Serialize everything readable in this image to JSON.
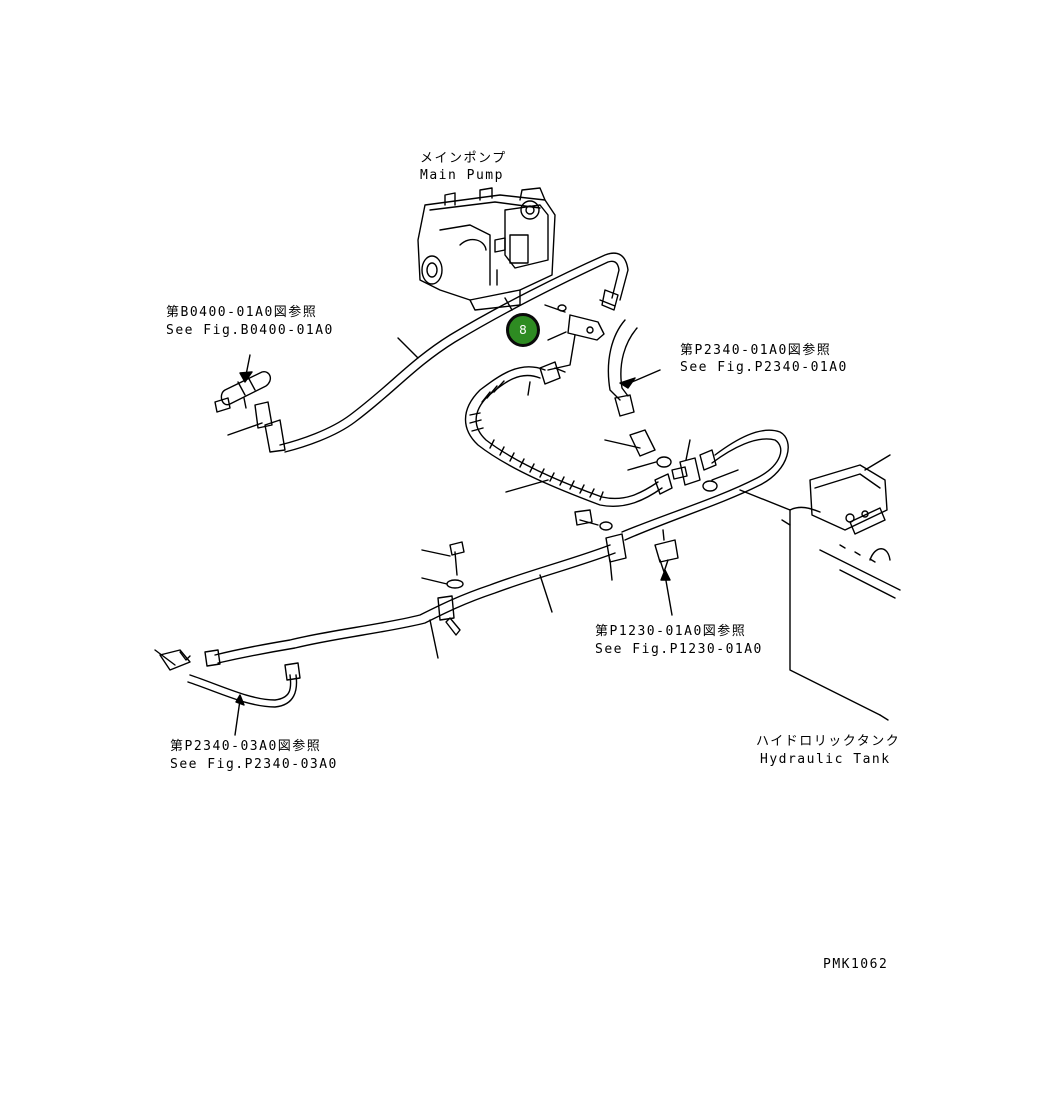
{
  "labels": {
    "main_pump_jp": "メインポンプ",
    "main_pump_en": "Main Pump",
    "ref_b0400_jp": "第B0400-01A0図参照",
    "ref_b0400_en": "See Fig.B0400-01A0",
    "ref_p2340_01_jp": "第P2340-01A0図参照",
    "ref_p2340_01_en": "See Fig.P2340-01A0",
    "ref_p1230_jp": "第P1230-01A0図参照",
    "ref_p1230_en": "See Fig.P1230-01A0",
    "ref_p2340_03_jp": "第P2340-03A0図参照",
    "ref_p2340_03_en": "See Fig.P2340-03A0",
    "tank_jp": "ハイドロリックタンク",
    "tank_en": "Hydraulic Tank",
    "drawing_id": "PMK1062"
  },
  "callouts": [
    {
      "number": "8",
      "color": "#2e8b22"
    }
  ]
}
